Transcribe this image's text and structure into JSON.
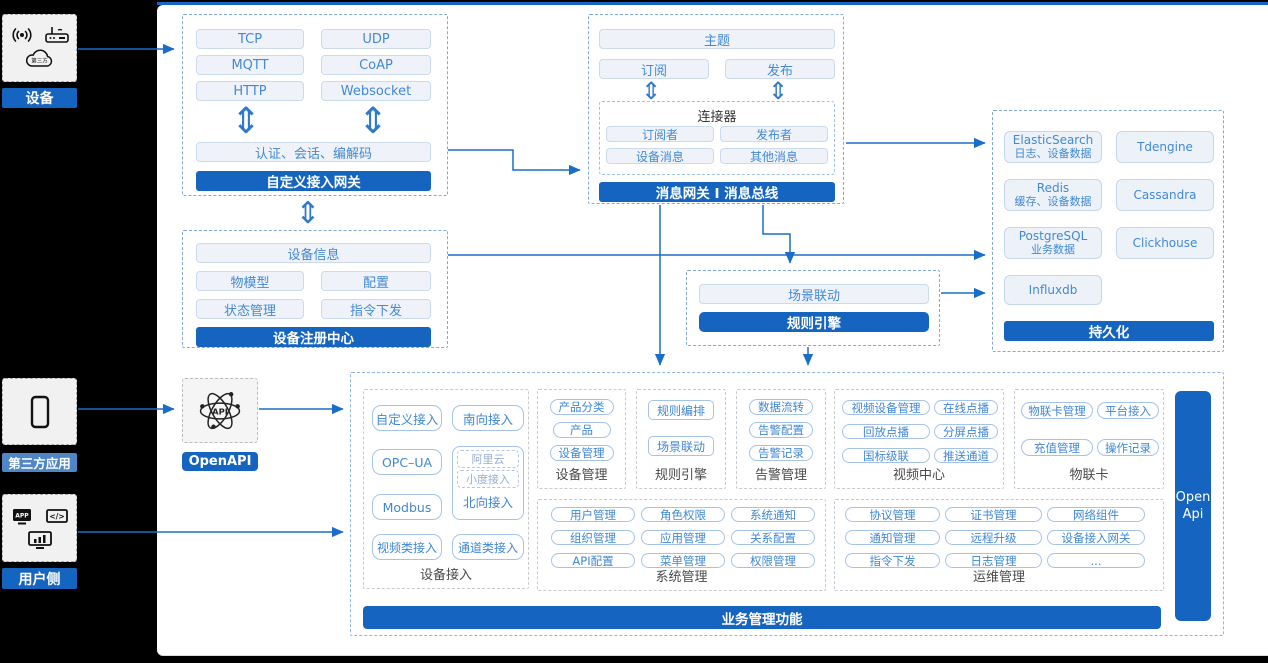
{
  "colors": {
    "accent": "#1565C0",
    "line": "#1B6EC8",
    "pill_text": "#4289D6",
    "topline": "#1467C4"
  },
  "left_rail": {
    "device": {
      "label": "设备"
    },
    "third_party": {
      "label": "第三方应用"
    },
    "user_side": {
      "label": "用户侧"
    },
    "cloud_text": "第三方",
    "app_icon_text": "APP",
    "code_icon_text": "</>"
  },
  "gateway": {
    "pills": [
      "TCP",
      "UDP",
      "MQTT",
      "CoAP",
      "HTTP",
      "Websocket"
    ],
    "auth": "认证、会话、编解码",
    "title": "自定义接入网关"
  },
  "registry": {
    "info": "设备信息",
    "pills": [
      "物模型",
      "配置",
      "状态管理",
      "指令下发"
    ],
    "title": "设备注册中心"
  },
  "message_bus": {
    "topic": "主题",
    "subscribe": "订阅",
    "publish": "发布",
    "connector_title": "连接器",
    "connector_items": [
      "订阅者",
      "发布者",
      "设备消息",
      "其他消息"
    ],
    "title": "消息网关 I 消息总线"
  },
  "persistence": {
    "title": "持久化",
    "stores": [
      {
        "name": "ElasticSearch",
        "desc": "日志、设备数据"
      },
      {
        "name": "Tdengine",
        "desc": ""
      },
      {
        "name": "Redis",
        "desc": "缓存、设备数据"
      },
      {
        "name": "Cassandra",
        "desc": ""
      },
      {
        "name": "PostgreSQL",
        "desc": "业务数据"
      },
      {
        "name": "Clickhouse",
        "desc": ""
      },
      {
        "name": "Influxdb",
        "desc": ""
      }
    ]
  },
  "rule_engine_panel": {
    "pill": "场景联动",
    "title": "规则引擎"
  },
  "openapi": {
    "label": "OpenAPI",
    "icon_text": "API"
  },
  "business": {
    "title": "业务管理功能",
    "open_api": {
      "line1": "Open",
      "line2": "Api"
    },
    "device_access": {
      "label": "设备接入",
      "items": [
        "自定义接入",
        "南向接入",
        "OPC–UA",
        "Modbus",
        "视频类接入",
        "通道类接入"
      ],
      "north": {
        "label": "北向接入",
        "items": [
          "阿里云",
          "小度接入"
        ]
      }
    },
    "device_mgmt": {
      "label": "设备管理",
      "items": [
        "产品分类",
        "产品",
        "设备管理"
      ]
    },
    "rule_engine": {
      "label": "规则引擎",
      "items": [
        "规则编排",
        "场景联动"
      ]
    },
    "alarm": {
      "label": "告警管理",
      "items": [
        "数据流转",
        "告警配置",
        "告警记录"
      ]
    },
    "video": {
      "label": "视频中心",
      "items": [
        "视频设备管理",
        "在线点播",
        "回放点播",
        "分屏点播",
        "国标级联",
        "推送通道"
      ]
    },
    "iot_card": {
      "label": "物联卡",
      "items": [
        "物联卡管理",
        "平台接入",
        "充值管理",
        "操作记录"
      ]
    },
    "system": {
      "label": "系统管理",
      "items": [
        "用户管理",
        "角色权限",
        "系统通知",
        "组织管理",
        "应用管理",
        "关系配置",
        "API配置",
        "菜单管理",
        "权限管理"
      ]
    },
    "ops": {
      "label": "运维管理",
      "items": [
        "协议管理",
        "证书管理",
        "网络组件",
        "通知管理",
        "远程升级",
        "设备接入网关",
        "指令下发",
        "日志管理",
        "..."
      ]
    }
  }
}
